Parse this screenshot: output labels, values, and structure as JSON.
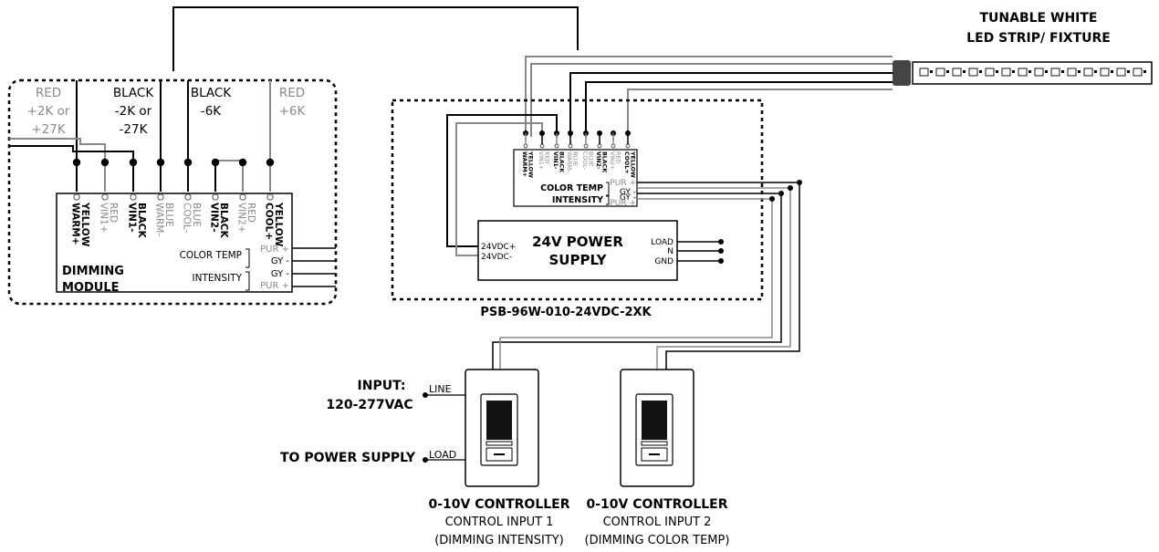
{
  "colors": {
    "wire_dark": "#000000",
    "wire_gray": "#808080",
    "label_gray": "#8a8a8a",
    "terminal_fill": "#ffffff"
  },
  "fixture": {
    "title_line1": "TUNABLE WHITE",
    "title_line2": "LED STRIP/ FIXTURE"
  },
  "dimming_module": {
    "wire_labels": [
      {
        "lines": [
          "RED",
          "+2K or",
          "+27K"
        ],
        "tone": "gray"
      },
      {
        "lines": [
          "BLACK",
          "-2K or",
          "-27K"
        ],
        "tone": "dark"
      },
      {
        "lines": [
          "BLACK",
          "-6K"
        ],
        "tone": "dark"
      },
      {
        "lines": [
          "RED",
          "+6K"
        ],
        "tone": "gray"
      }
    ],
    "terminals": [
      {
        "lines": [
          "WARM+",
          "YELLOW"
        ],
        "tone": "dark"
      },
      {
        "lines": [
          "VIN1+",
          "RED"
        ],
        "tone": "gray"
      },
      {
        "lines": [
          "VIN1-",
          "BLACK"
        ],
        "tone": "dark"
      },
      {
        "lines": [
          "WARM-",
          "BLUE"
        ],
        "tone": "gray"
      },
      {
        "lines": [
          "COOL-",
          "BLUE"
        ],
        "tone": "gray"
      },
      {
        "lines": [
          "VIN2-",
          "BLACK"
        ],
        "tone": "dark"
      },
      {
        "lines": [
          "VIN2+",
          "RED"
        ],
        "tone": "gray"
      },
      {
        "lines": [
          "COOL+",
          "YELLOW"
        ],
        "tone": "dark"
      }
    ],
    "color_temp_label": "COLOR TEMP",
    "color_temp_pins": [
      "PUR +",
      "GY -"
    ],
    "intensity_label": "INTENSITY",
    "intensity_pins": [
      "GY -",
      "PUR +"
    ],
    "name_line1": "DIMMING",
    "name_line2": "MODULE"
  },
  "power_supply_kit": {
    "part_number": "PSB-96W-010-24VDC-2XK",
    "module_terminals": [
      {
        "lines": [
          "WARM+",
          "YELLOW"
        ],
        "tone": "dark"
      },
      {
        "lines": [
          "VIN1+",
          "RED"
        ],
        "tone": "gray"
      },
      {
        "lines": [
          "VIN1-",
          "BLACK"
        ],
        "tone": "dark"
      },
      {
        "lines": [
          "WARM-",
          "BLUE"
        ],
        "tone": "gray"
      },
      {
        "lines": [
          "COOL-",
          "BLUE"
        ],
        "tone": "gray"
      },
      {
        "lines": [
          "VIN2-",
          "BLACK"
        ],
        "tone": "dark"
      },
      {
        "lines": [
          "VIN2+",
          "RED"
        ],
        "tone": "gray"
      },
      {
        "lines": [
          "COOL+",
          "YELLOW"
        ],
        "tone": "dark"
      }
    ],
    "color_temp_label": "COLOR TEMP",
    "color_temp_pins": [
      "PUR +",
      "GY -"
    ],
    "intensity_label": "INTENSITY",
    "intensity_pins": [
      "GY -",
      "PUR +"
    ],
    "psu_title_line1": "24V POWER",
    "psu_title_line2": "SUPPLY",
    "psu_dc_pins": [
      "24VDC+",
      "24VDC-"
    ],
    "psu_ac_pins": [
      "LOAD",
      "N",
      "GND"
    ]
  },
  "input": {
    "title_line1": "INPUT:",
    "title_line2": "120-277VAC",
    "line_label": "LINE",
    "to_power_supply": "TO POWER SUPPLY",
    "load_label": "LOAD"
  },
  "controllers": [
    {
      "title": "0-10V CONTROLLER",
      "line2": "CONTROL INPUT 1",
      "line3": "(DIMMING INTENSITY)"
    },
    {
      "title": "0-10V CONTROLLER",
      "line2": "CONTROL INPUT 2",
      "line3": "(DIMMING COLOR TEMP)"
    }
  ]
}
